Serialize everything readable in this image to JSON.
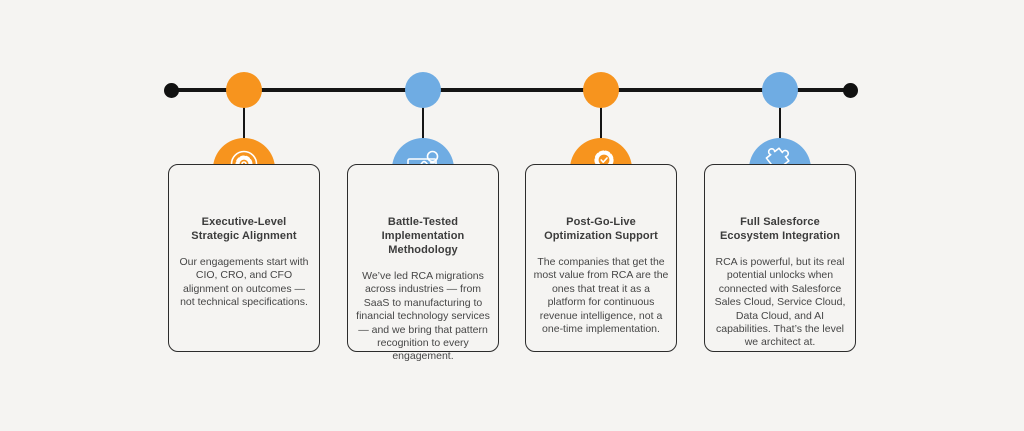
{
  "canvas": {
    "background": "#f5f4f2",
    "timeline_color": "#151515",
    "title_color": "#3c3c3c",
    "body_color": "#464646"
  },
  "steps": [
    {
      "accent": "#f7941e",
      "icon": "lightbulb-gear-icon",
      "title_lines": [
        "Executive-Level",
        "Strategic Alignment"
      ],
      "body_lines": [
        "Our engagements start with",
        "CIO, CRO, and CFO",
        "alignment on outcomes —",
        "not technical specifications."
      ]
    },
    {
      "accent": "#6face3",
      "icon": "blueprint-pencil-icon",
      "title_lines": [
        "Battle-Tested Implementation",
        "Methodology"
      ],
      "body_lines": [
        "We’ve led RCA migrations",
        "across industries — from",
        "SaaS to manufacturing to",
        "financial technology services",
        "— and we bring that pattern",
        "recognition to every",
        "engagement."
      ]
    },
    {
      "accent": "#f7941e",
      "icon": "hand-gear-icon",
      "title_lines": [
        "Post-Go-Live",
        "Optimization Support"
      ],
      "body_lines": [
        "The companies that get the",
        "most value from RCA are the",
        "ones that treat it as a",
        "platform for continuous",
        "revenue intelligence, not a",
        "one-time implementation."
      ]
    },
    {
      "accent": "#6face3",
      "icon": "puzzle-icon",
      "title_lines": [
        "Full Salesforce",
        "Ecosystem Integration"
      ],
      "body_lines": [
        "RCA is powerful, but its real",
        "potential unlocks when",
        "connected with Salesforce",
        "Sales Cloud, Service Cloud,",
        "Data Cloud, and AI",
        "capabilities. That’s the level",
        "we architect at."
      ]
    }
  ]
}
